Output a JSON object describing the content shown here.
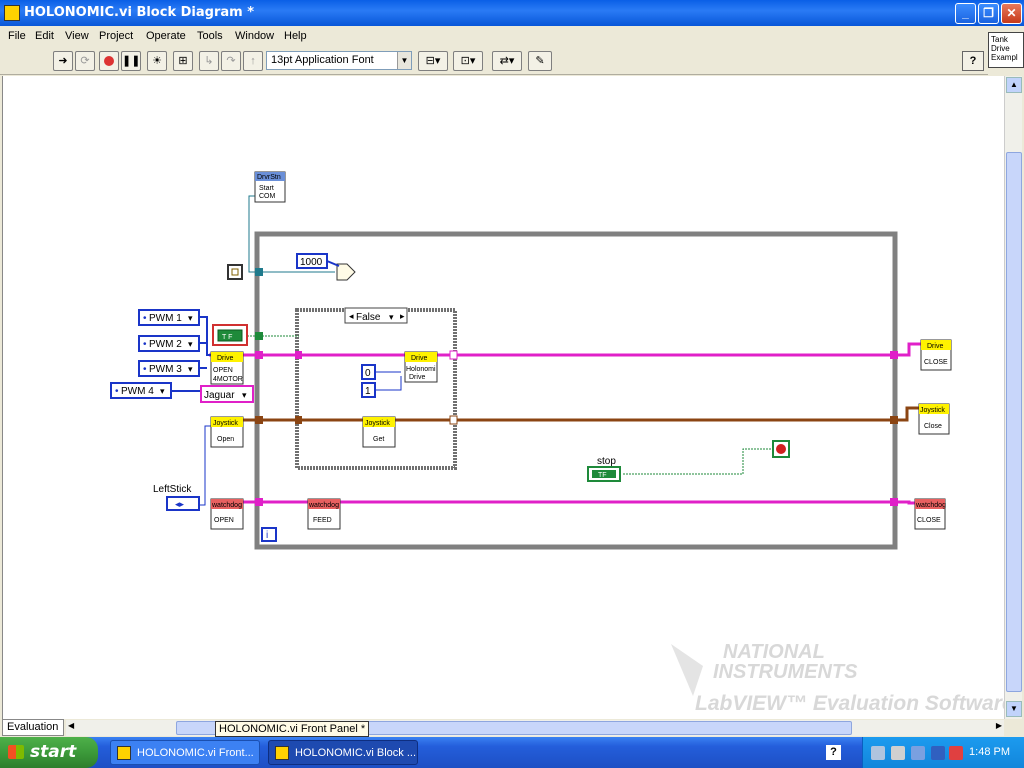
{
  "window": {
    "title": "HOLONOMIC.vi Block Diagram *"
  },
  "menu": [
    "File",
    "Edit",
    "View",
    "Project",
    "Operate",
    "Tools",
    "Window",
    "Help"
  ],
  "toolbar": {
    "font": "13pt Application Font",
    "help": "?"
  },
  "icon_tile": "Tank Drive Exampl",
  "diagram": {
    "drvstn": {
      "header": "DrvrStn",
      "line1": "Start",
      "line2": "COM"
    },
    "timeout": "1000",
    "case_selector": "False",
    "pwm": [
      "PWM 1",
      "PWM 2",
      "PWM 3",
      "PWM 4"
    ],
    "controller": "Jaguar",
    "drive_open": {
      "header": "Drive",
      "line1": "OPEN",
      "line2": "4MOTOR"
    },
    "holonomic": {
      "header": "Drive",
      "line1": "Holonomi",
      "line2": "Drive"
    },
    "const0": "0",
    "const1": "1",
    "joy_open": {
      "header": "Joystick",
      "line1": "Open"
    },
    "joy_get": {
      "header": "Joystick",
      "line1": "Get"
    },
    "leftstick": "LeftStick",
    "wd_open": {
      "header": "watchdog",
      "line1": "OPEN"
    },
    "wd_feed": {
      "header": "watchdog",
      "line1": "FEED"
    },
    "stop": "stop",
    "tf": "TF",
    "iter": "i",
    "drive_close": {
      "header": "Drive",
      "line1": "CLOSE"
    },
    "joy_close": {
      "header": "Joystick",
      "line1": "Close"
    },
    "wd_close": {
      "header": "watchdog",
      "line1": "CLOSE"
    },
    "watermark": {
      "line1": "NATIONAL",
      "line2": "INSTRUMENTS",
      "line3": "LabVIEW™ Evaluation Software"
    }
  },
  "bottom": {
    "eval": "Evaluation",
    "tooltip": "HOLONOMIC.vi Front Panel *"
  },
  "taskbar": {
    "start": "start",
    "tasks": [
      "HOLONOMIC.vi Front...",
      "HOLONOMIC.vi Block ..."
    ],
    "clock": "1:48 PM"
  },
  "colors": {
    "wire_pink": "#E020C8",
    "wire_brown": "#8B4513",
    "wire_blue": "#1A35C8",
    "wire_green": "#1E8A3A",
    "loop_gray": "#808080"
  }
}
